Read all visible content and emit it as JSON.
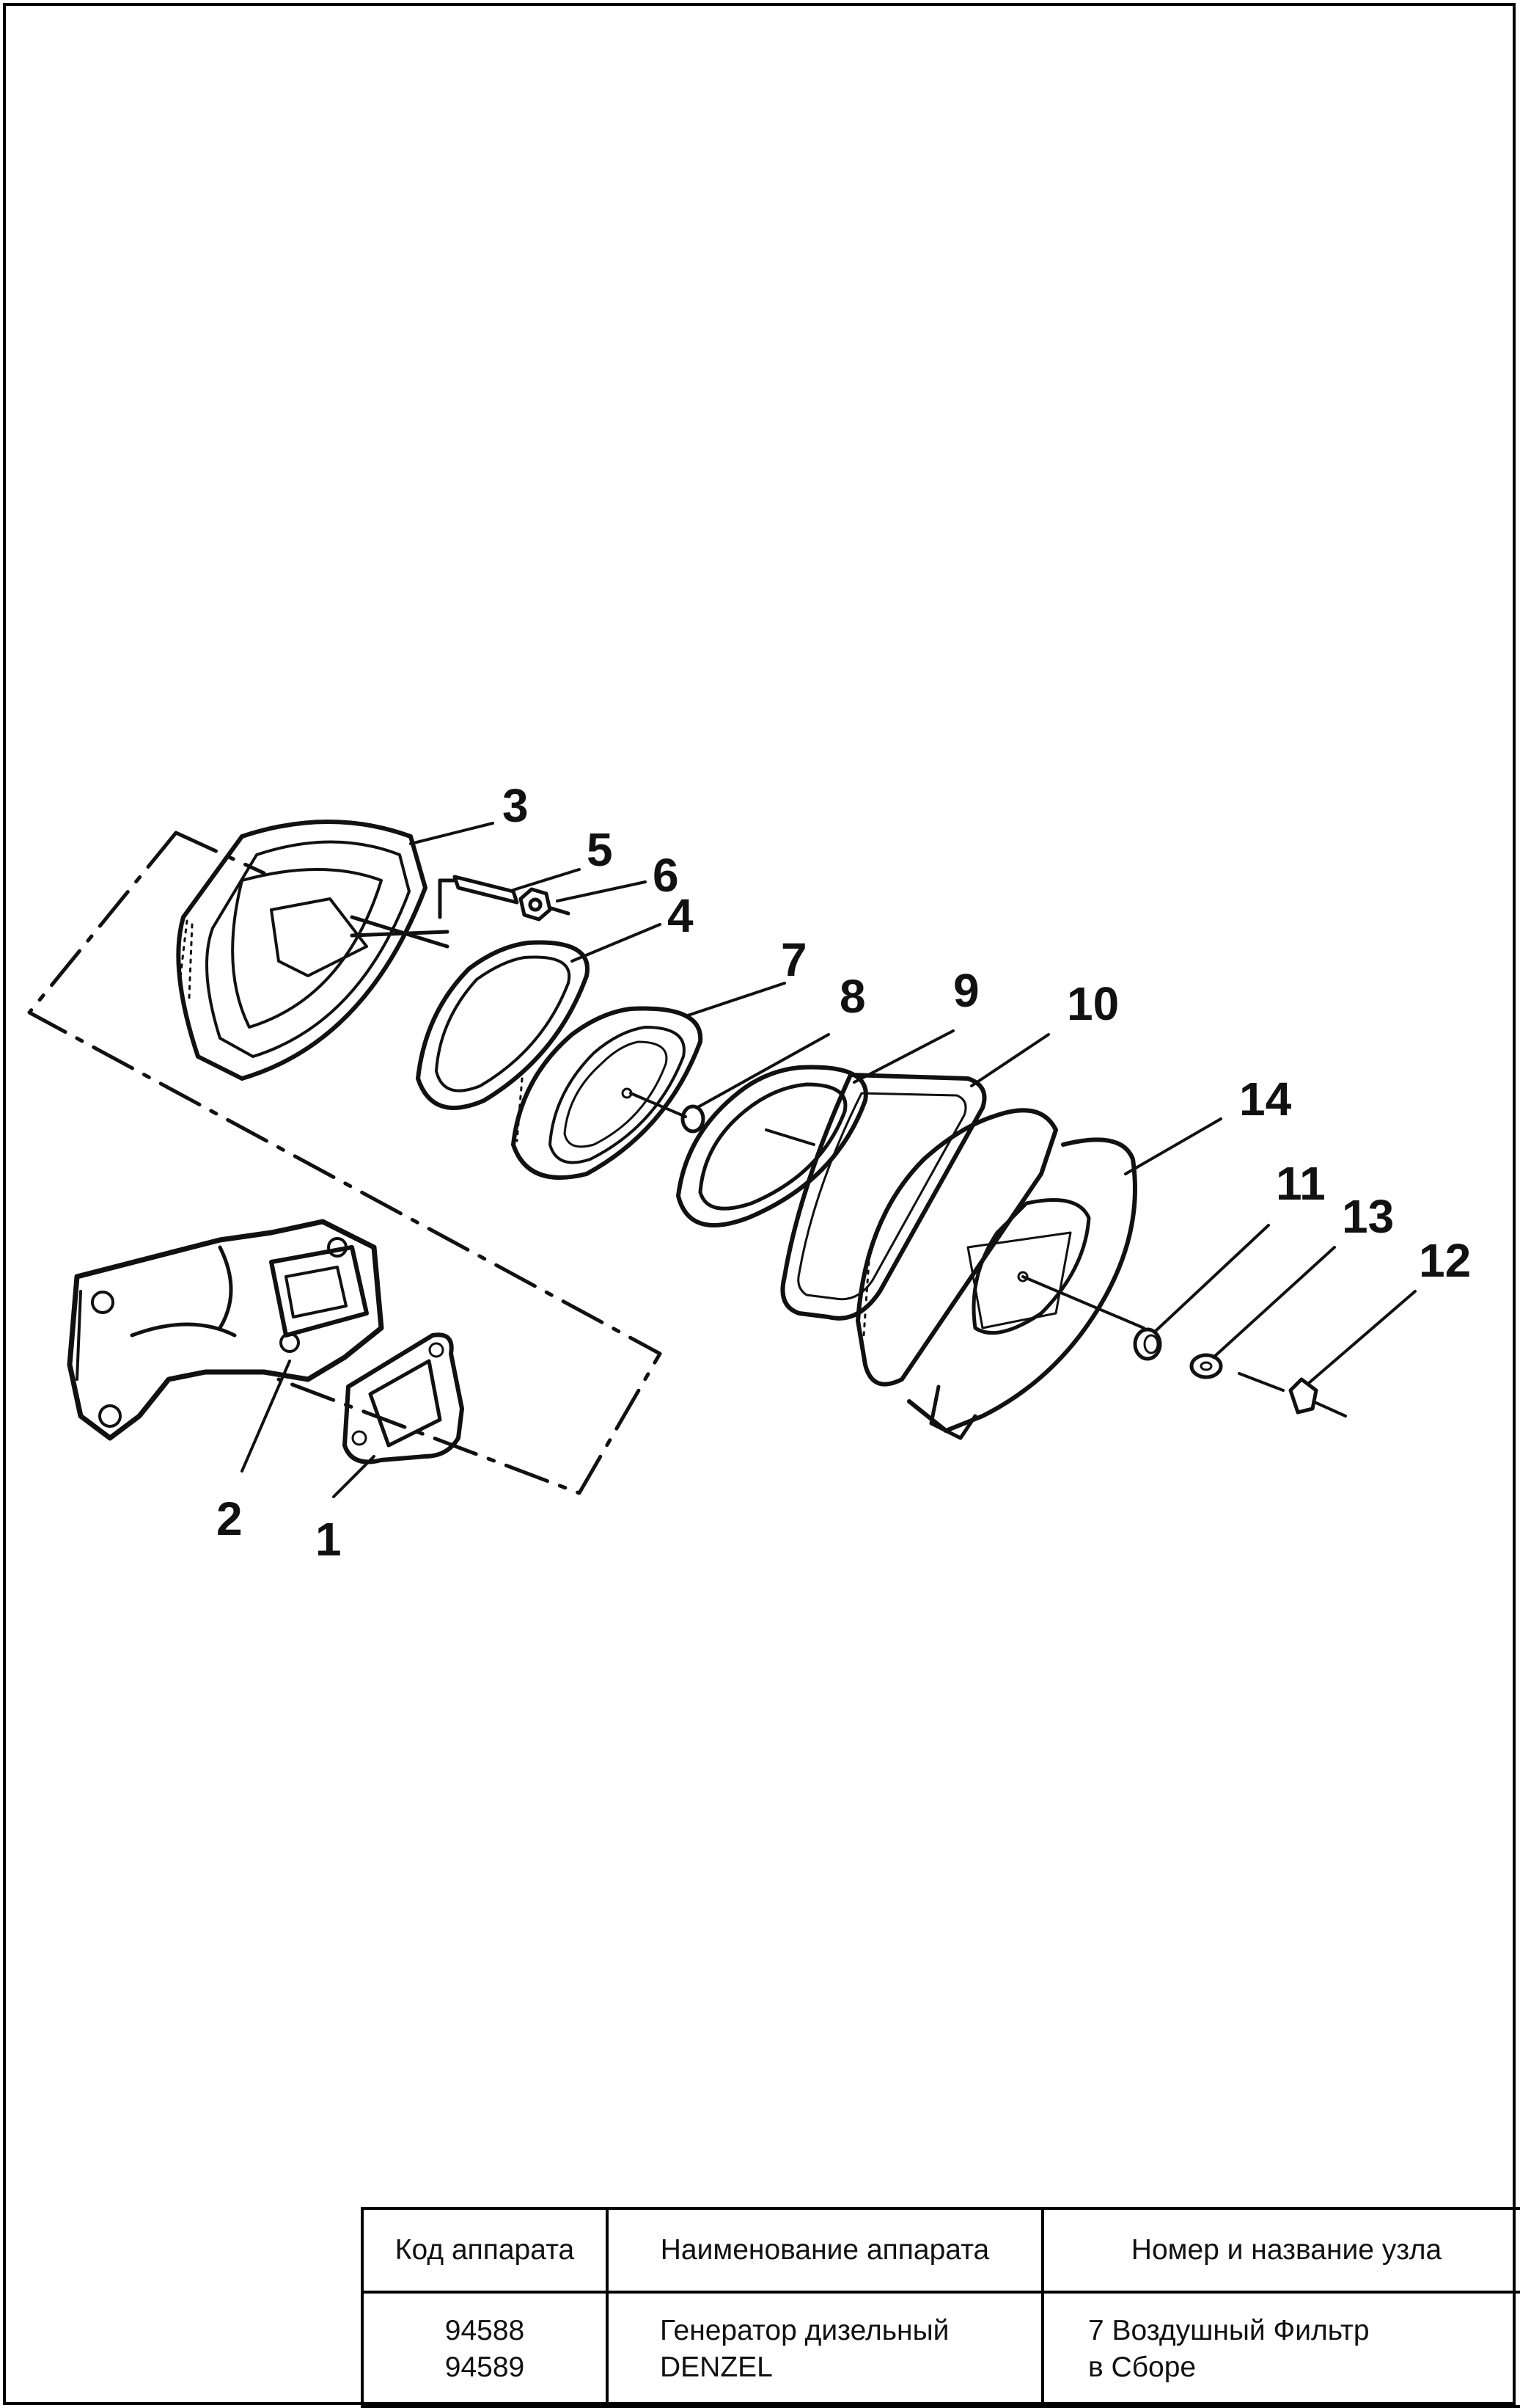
{
  "diagram": {
    "part_labels": [
      "1",
      "2",
      "3",
      "4",
      "5",
      "6",
      "7",
      "8",
      "9",
      "10",
      "11",
      "12",
      "13",
      "14"
    ]
  },
  "title_block": {
    "headers": [
      "Код аппарата",
      "Наименование аппарата",
      "Номер и название узла"
    ],
    "code_lines": [
      "94588",
      "94589"
    ],
    "name_lines": [
      "Генератор дизельный",
      "DENZEL"
    ],
    "assembly_lines": [
      "7 Воздушный Фильтр",
      "в Сборе"
    ]
  },
  "colors": {
    "line": "#111111",
    "background": "#ffffff"
  }
}
